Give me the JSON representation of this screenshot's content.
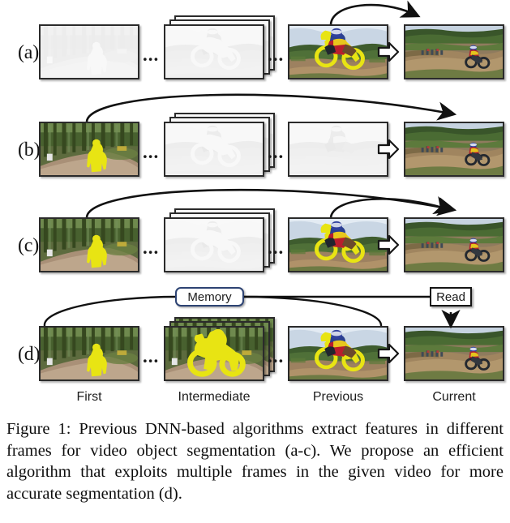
{
  "figure": {
    "caption": "Figure 1: Previous DNN-based algorithms extract features in different frames for video object segmentation (a-c). We propose an efficient algorithm that exploits multiple frames in the given video for more accurate segmentation (d).",
    "row_labels": [
      "(a)",
      "(b)",
      "(c)",
      "(d)"
    ],
    "column_labels": [
      "First",
      "Intermediate",
      "Previous",
      "Current"
    ],
    "ellipsis": "...",
    "nodes": {
      "memory_label": "Memory",
      "read_label": "Read"
    },
    "colors": {
      "mask": "#e8e413",
      "memory_border": "#2d4373",
      "read_border": "#151515",
      "frame_border": "#2b2b2b",
      "arrow": "#111111",
      "faded_overlay": "#f4f4f4"
    },
    "rows": [
      {
        "id": "a",
        "label": "(a)",
        "frames": [
          {
            "column": "First",
            "state": "faded",
            "masked": false,
            "scene": "forest-path-rider"
          },
          {
            "column": "Intermediate",
            "state": "faded",
            "masked": false,
            "scene": "motocross-jump",
            "stacked": true
          },
          {
            "column": "Previous",
            "state": "color",
            "masked": true,
            "scene": "motocross-jump"
          },
          {
            "column": "Current",
            "state": "color",
            "masked": false,
            "scene": "motocross-track"
          }
        ],
        "arrows": [
          {
            "from": "Previous",
            "to": "Current"
          }
        ]
      },
      {
        "id": "b",
        "label": "(b)",
        "frames": [
          {
            "column": "First",
            "state": "color",
            "masked": true,
            "scene": "forest-path-rider"
          },
          {
            "column": "Intermediate",
            "state": "faded",
            "masked": false,
            "scene": "motocross-jump",
            "stacked": true
          },
          {
            "column": "Previous",
            "state": "faded",
            "masked": false,
            "scene": "motocross-jump"
          },
          {
            "column": "Current",
            "state": "color",
            "masked": false,
            "scene": "motocross-track"
          }
        ],
        "arrows": [
          {
            "from": "First",
            "to": "Current"
          }
        ]
      },
      {
        "id": "c",
        "label": "(c)",
        "frames": [
          {
            "column": "First",
            "state": "color",
            "masked": true,
            "scene": "forest-path-rider"
          },
          {
            "column": "Intermediate",
            "state": "faded",
            "masked": false,
            "scene": "motocross-jump",
            "stacked": true
          },
          {
            "column": "Previous",
            "state": "color",
            "masked": true,
            "scene": "motocross-jump"
          },
          {
            "column": "Current",
            "state": "color",
            "masked": false,
            "scene": "motocross-track"
          }
        ],
        "arrows": [
          {
            "from": "First",
            "to": "Current"
          },
          {
            "from": "Previous",
            "to": "Current"
          }
        ]
      },
      {
        "id": "d",
        "label": "(d)",
        "frames": [
          {
            "column": "First",
            "state": "color",
            "masked": true,
            "scene": "forest-path-rider"
          },
          {
            "column": "Intermediate",
            "state": "color",
            "masked": true,
            "scene": "motocross-jump-forest",
            "stacked": true
          },
          {
            "column": "Previous",
            "state": "color",
            "masked": true,
            "scene": "motocross-jump"
          },
          {
            "column": "Current",
            "state": "color",
            "masked": false,
            "scene": "motocross-track"
          }
        ],
        "arrows": [
          {
            "from": "First",
            "to": "Memory"
          },
          {
            "from": "Previous",
            "to": "Memory"
          },
          {
            "from": "Memory",
            "to": "Read"
          },
          {
            "from": "Read",
            "to": "Current"
          }
        ]
      }
    ]
  }
}
